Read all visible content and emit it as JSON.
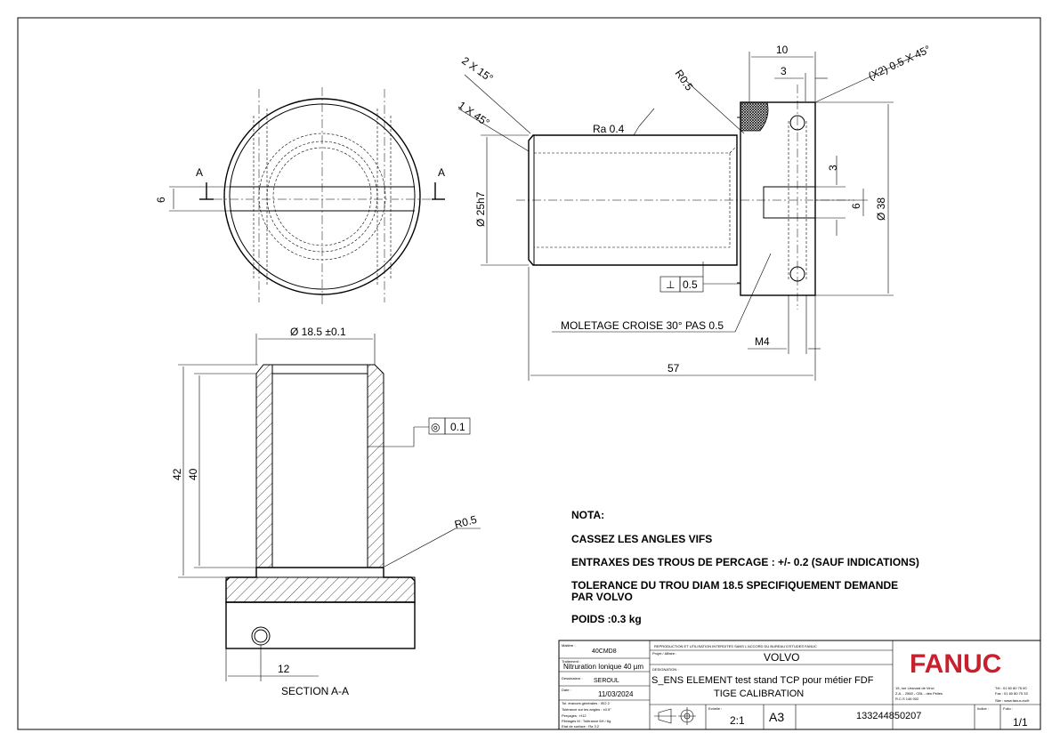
{
  "drawing": {
    "dims": {
      "d10": "10",
      "d3a": "3",
      "chamf2": "(X2) 0.5 X 45°",
      "r05a": "R0.5",
      "c215": "2 X 15°",
      "c145": "1 X 45°",
      "ra": "Ra 0.4",
      "dia25": "Ø 25h7",
      "d3b": "3",
      "d6b": "6",
      "dia38": "Ø 38",
      "perp_sym": "⊥",
      "perp_val": "0.5",
      "knurl": "MOLETAGE CROISE 30° PAS 0.5",
      "m4": "M4",
      "d57": "57",
      "d6a": "6",
      "dia185": "Ø 18.5 ±0.1",
      "d42": "42",
      "d40": "40",
      "conc_sym": "◎",
      "conc_val": "0.1",
      "r05b": "R0.5",
      "d12": "12",
      "sect_a_left": "A",
      "sect_a_right": "A"
    },
    "section_label": "SECTION A-A"
  },
  "notes": {
    "heading": "NOTA:",
    "lines": [
      "CASSEZ LES ANGLES VIFS",
      "ENTRAXES DES TROUS DE PERCAGE : +/- 0.2 (SAUF INDICATIONS)",
      "TOLERANCE DU TROU DIAM 18.5 SPECIFIQUEMENT DEMANDE",
      "PAR VOLVO",
      "POIDS :0.3 kg"
    ]
  },
  "title_block": {
    "matiere_label": "Matière :",
    "matiere": "40CMD8",
    "traitement_label": "Traitement :",
    "traitement": "Nitruration Ionique 40 µm",
    "dessinateur_label": "Dessinateur :",
    "dessinateur": "SEROUL",
    "date_label": "Date :",
    "date": "11/03/2024",
    "tol_lines": [
      "Tol. érances générales : ISO 2",
      "Tolérance sur les angles : ±0.5°",
      "Perçages : H12",
      "Filetages M : Tolérance 6H / 6g",
      "Etat de surface : Ra 3.2"
    ],
    "repro": "REPRODUCTION ET UTILISATION INTERDITES SANS L'ACCORD DU BUREAU D'ETUDES FANUC",
    "projet_label": "Projet / Affaire :",
    "projet": "VOLVO",
    "designation_label": "DESIGNATION :",
    "designation_1": "S_ENS ELEMENT test stand TCP pour métier FDF",
    "designation_2": "TIGE CALIBRATION",
    "echelle_label": "Echelle :",
    "echelle": "2:1",
    "format": "A3",
    "numero": "133244850207",
    "indice_label": "Indice :",
    "folio_label": "Folio :",
    "folio": "1/1",
    "brand": "FANUC",
    "brand_color": "#c8202d",
    "addr_1": "15, rue Léonard de Vinci",
    "addr_2": "Z.A. - 2560 - CBL - des Pelles",
    "addr_3": "R.C.S 146 002",
    "tel": "Tél : 01 60 80 75 00",
    "fax": "Fax : 01 60 80 75 33",
    "site": "Site : www.fanuc.eu/fr"
  }
}
